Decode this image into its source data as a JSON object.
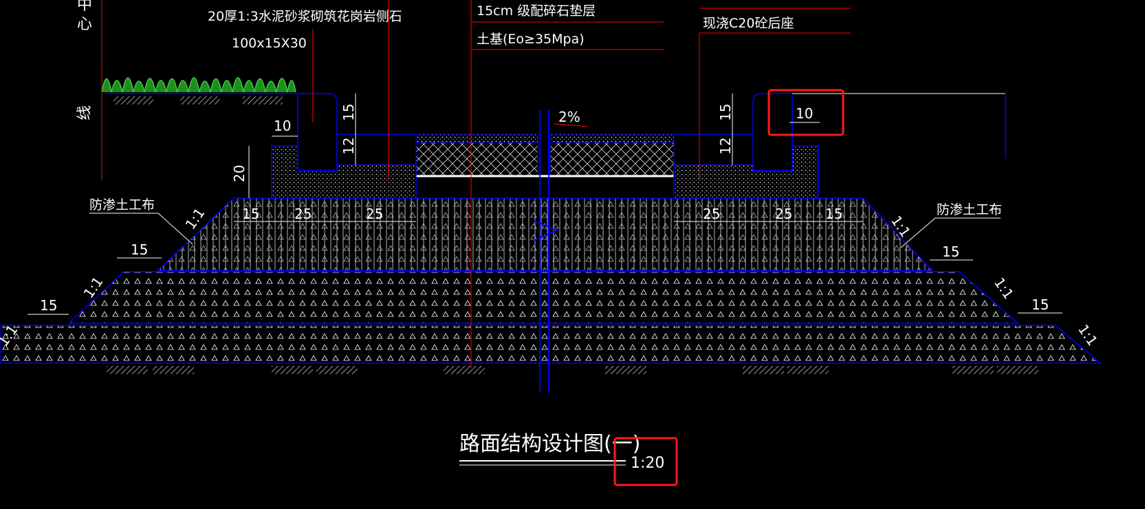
{
  "colors": {
    "background": "#000000",
    "outline": "#0000ff",
    "leader": "#ff0000",
    "text": "#ffffff",
    "dimension": "#ffffff",
    "highlight": "#ff1a1a",
    "vegetation": "#2dbf2d",
    "hatch_grey": "#9a9a9a"
  },
  "labels": {
    "centerline_chars": [
      "中",
      "心",
      "线"
    ],
    "curb_mortar": "20厚1:3水泥砂浆砌筑花岗岩侧石",
    "curb_size": "100x15X30",
    "gravel_layer": "15cm 级配碎石垫层",
    "subgrade": "土基(Eo≥35Mpa)",
    "backing": "现浇C20砼后座",
    "geotextile_left": "防渗土工布",
    "geotextile_right": "防渗土工布",
    "slope_pct": "2%",
    "title": "路面结构设计图(一)",
    "scale": "1:20"
  },
  "dimensions": {
    "curb_width_left": "10",
    "curb_width_right": "10",
    "curb_exposed_left": "15",
    "curb_exposed_right": "15",
    "base_thick_left": "12",
    "base_thick_right": "12",
    "backing_height": "20",
    "bottom_left": [
      "15",
      "25",
      "25"
    ],
    "bottom_right": [
      "25",
      "25",
      "15"
    ],
    "berm_left_upper": "15",
    "berm_left_lower": "15",
    "berm_right_upper": "15",
    "berm_right_lower": "15",
    "slope_ratio": "1:1"
  }
}
